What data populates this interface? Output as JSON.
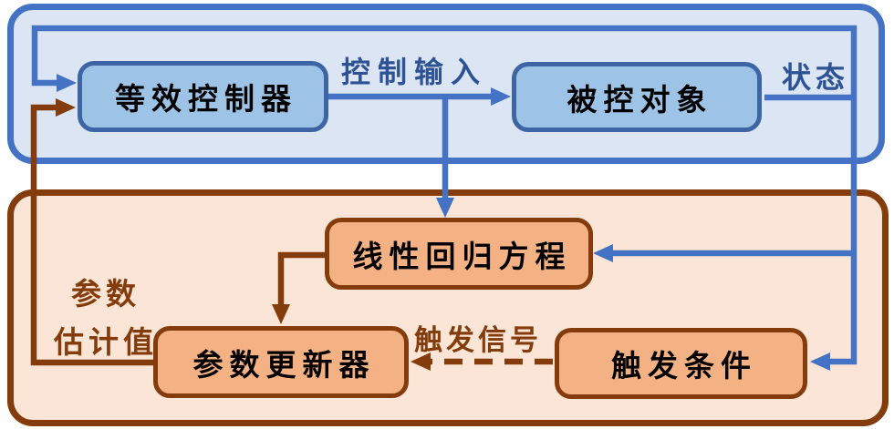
{
  "diagram": {
    "boxes": {
      "equivalent_controller": "等效控制器",
      "controlled_plant": "被控对象",
      "linear_regression": "线性回归方程",
      "parameter_updater": "参数更新器",
      "trigger_condition": "触发条件"
    },
    "edge_labels": {
      "control_input": "控制输入",
      "state": "状态",
      "parameter_estimate_line1": "参数",
      "parameter_estimate_line2": "估计值",
      "trigger_signal": "触发信号"
    },
    "colors": {
      "blue_panel_border": "#4472c4",
      "blue_panel_fill": "#dbe5f3",
      "blue_node_fill": "#9dc3e6",
      "blue_node_border": "#3d65a5",
      "blue_wire": "#4472c4",
      "blue_label_text": "#2e5395",
      "brown_panel_border": "#843c0c",
      "orange_panel_fill": "#fbe5d6",
      "orange_node_fill": "#f4b183",
      "brown_wire": "#843c0c",
      "brown_label_text": "#843c0c",
      "node_text": "#000000"
    }
  }
}
